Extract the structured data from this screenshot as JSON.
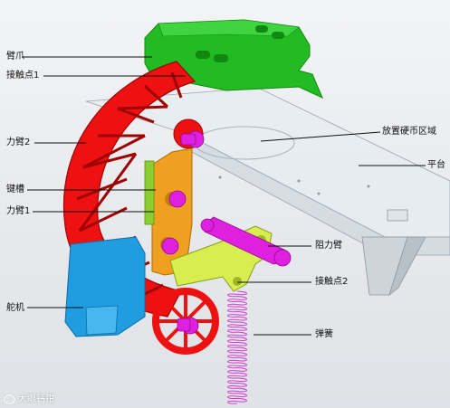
{
  "labels": {
    "arm_claw": "臂爪",
    "contact_point_1": "接触点1",
    "force_arm_2": "力臂2",
    "keyway": "键槽",
    "force_arm_1": "力臂1",
    "servo": "舵机",
    "coin_area": "放置硬币区域",
    "platform": "平台",
    "resist_arm": "阻力臂",
    "contact_point_2": "接触点2",
    "spring": "弹簧"
  },
  "watermark": "大眼钙钳",
  "colors": {
    "claw_green": "#22bb22",
    "arm_red": "#ee1111",
    "orange_link": "#f0a020",
    "resist_yellow": "#d8ee50",
    "servo_blue": "#1f9de0",
    "pin_magenta": "#e020e0",
    "spring_magenta": "#d040d0",
    "platform_glass": "#dde6ec"
  }
}
